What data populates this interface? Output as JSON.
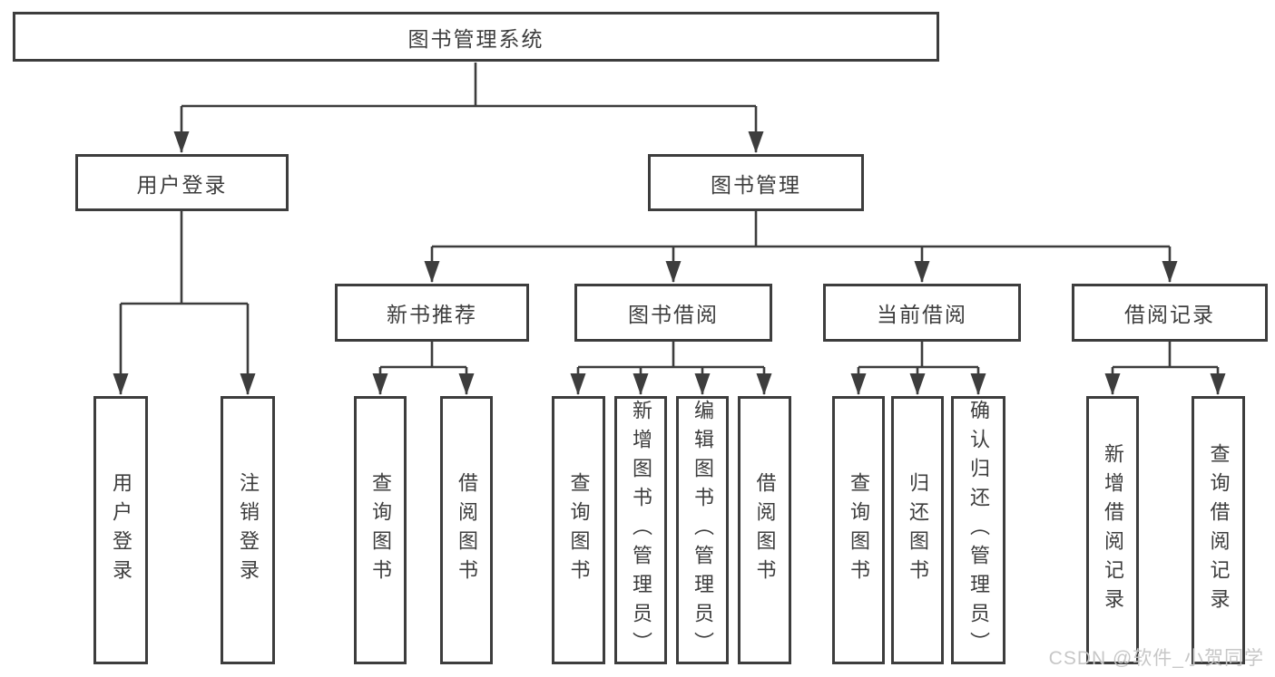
{
  "diagram": {
    "root": {
      "label": "图书管理系统"
    },
    "branches": [
      {
        "label": "用户登录",
        "children": [
          {
            "label": "用户登录"
          },
          {
            "label": "注销登录"
          }
        ]
      },
      {
        "label": "图书管理",
        "children": [
          {
            "label": "新书推荐",
            "children": [
              {
                "label": "查询图书"
              },
              {
                "label": "借阅图书"
              }
            ]
          },
          {
            "label": "图书借阅",
            "children": [
              {
                "label": "查询图书"
              },
              {
                "label": "新增图书（管理员）"
              },
              {
                "label": "编辑图书（管理员）"
              },
              {
                "label": "借阅图书"
              }
            ]
          },
          {
            "label": "当前借阅",
            "children": [
              {
                "label": "查询图书"
              },
              {
                "label": "归还图书"
              },
              {
                "label": "确认归还（管理员）"
              }
            ]
          },
          {
            "label": "借阅记录",
            "children": [
              {
                "label": "新增借阅记录"
              },
              {
                "label": "查询借阅记录"
              }
            ]
          }
        ]
      }
    ],
    "watermark": "CSDN @软件_小贺同学",
    "colors": {
      "line": "#3d3d3d",
      "text": "#3d3d3d",
      "watermark": "#c7c7c7",
      "background": "#ffffff"
    }
  }
}
